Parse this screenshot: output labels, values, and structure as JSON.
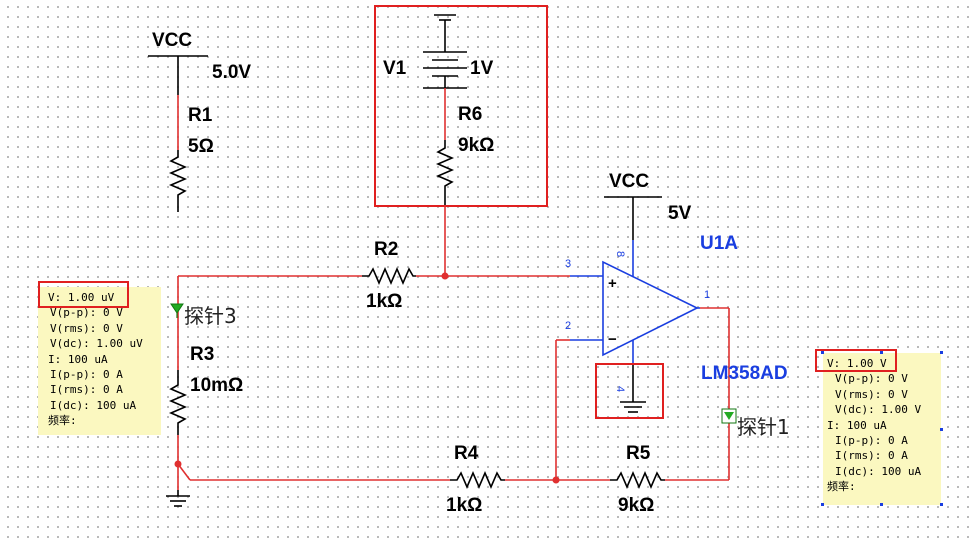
{
  "labels": {
    "vcc_top": "VCC",
    "vcc_top_value": "5.0V",
    "r1_name": "R1",
    "r1_value": "5Ω",
    "v1_name": "V1",
    "v1_value": "1V",
    "r6_name": "R6",
    "r6_value": "9kΩ",
    "vcc_opamp": "VCC",
    "vcc_opamp_value": "5V",
    "u1_name": "U1A",
    "u1_model": "LM358AD",
    "r2_name": "R2",
    "r2_value": "1kΩ",
    "r3_name": "R3",
    "r3_value": "10mΩ",
    "r4_name": "R4",
    "r4_value": "1kΩ",
    "r5_name": "R5",
    "r5_value": "9kΩ",
    "pin3": "3",
    "pin2": "2",
    "pin8": "8",
    "pin4": "4",
    "pin1": "1",
    "plus_sign": "+",
    "minus_sign": "−",
    "probe3": "探针3",
    "probe1": "探针1"
  },
  "probe3_readout": {
    "v": "V: 1.00 uV",
    "vpp": "V(p-p): 0 V",
    "vrms": "V(rms): 0 V",
    "vdc": "V(dc): 1.00 uV",
    "i": "I: 100 uA",
    "ipp": "I(p-p): 0 A",
    "irms": "I(rms): 0 A",
    "idc": "I(dc): 100 uA",
    "freq": "频率:"
  },
  "probe1_readout": {
    "v": "V: 1.00 V",
    "vpp": "V(p-p): 0 V",
    "vrms": "V(rms): 0 V",
    "vdc": "V(dc): 1.00 V",
    "i": "I: 100 uA",
    "ipp": "I(p-p): 0 A",
    "irms": "I(rms): 0 A",
    "idc": "I(dc): 100 uA",
    "freq": "频率:"
  },
  "colors": {
    "wire": "#e03030",
    "component": "#000000",
    "opamp": "#1a3ee0",
    "meter_bg": "#fbf8c0",
    "highlight": "#e02020",
    "probe_marker": "#22aa22"
  }
}
